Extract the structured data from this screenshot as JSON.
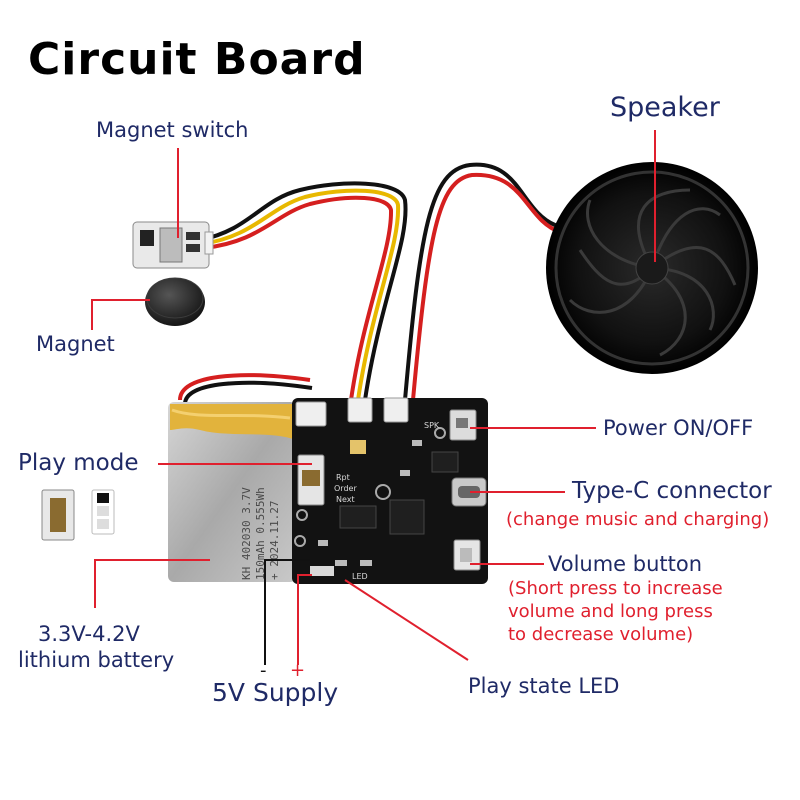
{
  "title": "Circuit Board",
  "labels": {
    "magnet_switch": "Magnet switch",
    "magnet": "Magnet",
    "speaker": "Speaker",
    "play_mode": "Play mode",
    "power": "Power ON/OFF",
    "typec": "Type-C connector",
    "typec_note": "(change music  and charging)",
    "volume": "Volume button",
    "volume_note_1": "(Short press to increase",
    "volume_note_2": "volume and long press",
    "volume_note_3": "to decrease volume)",
    "battery_1": "3.3V-4.2V",
    "battery_2": "lithium battery",
    "supply": "5V Supply",
    "minus": "-",
    "plus": "+",
    "led": "Play state LED"
  },
  "board_silk": {
    "rpt": "Rpt",
    "order": "Order",
    "next": "Next",
    "led": "LED",
    "spk": "SPK"
  },
  "battery_print": {
    "line1": "KH 402030 3.7V",
    "line2": "150mAh 0.555Wh",
    "line3": "+ 2024.11.27"
  },
  "colors": {
    "navy": "#1f2a66",
    "accent_red": "#e0202e",
    "board": "#121212",
    "battery": "#b9b9b9",
    "battery_gold": "#e2b33c"
  }
}
